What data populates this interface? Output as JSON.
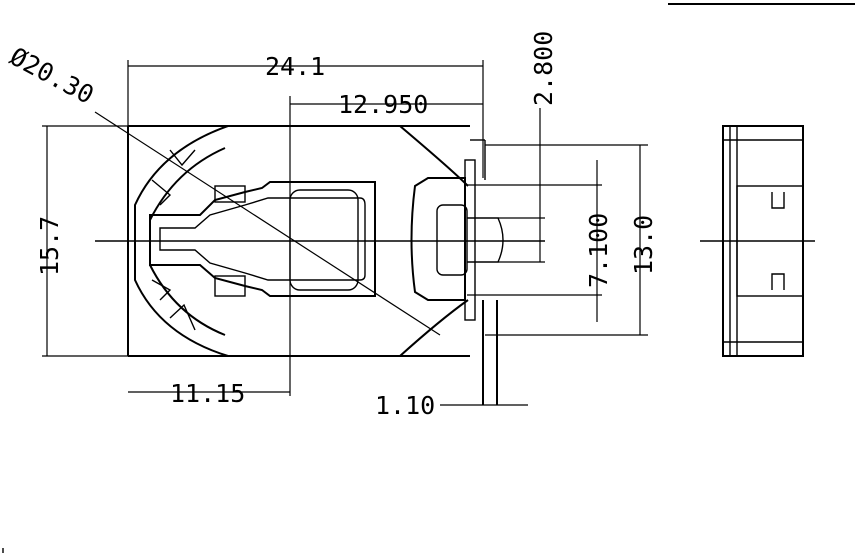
{
  "drawing": {
    "dimensions": {
      "diameter": "Ø20.30",
      "overall_length": "24.1",
      "body_offset": "12.950",
      "height_total": "15.7",
      "left_width": "11.15",
      "tab_width": "1.10",
      "contact_height": "2.800",
      "contact_width": "7.100",
      "width_13": "13.0"
    }
  }
}
